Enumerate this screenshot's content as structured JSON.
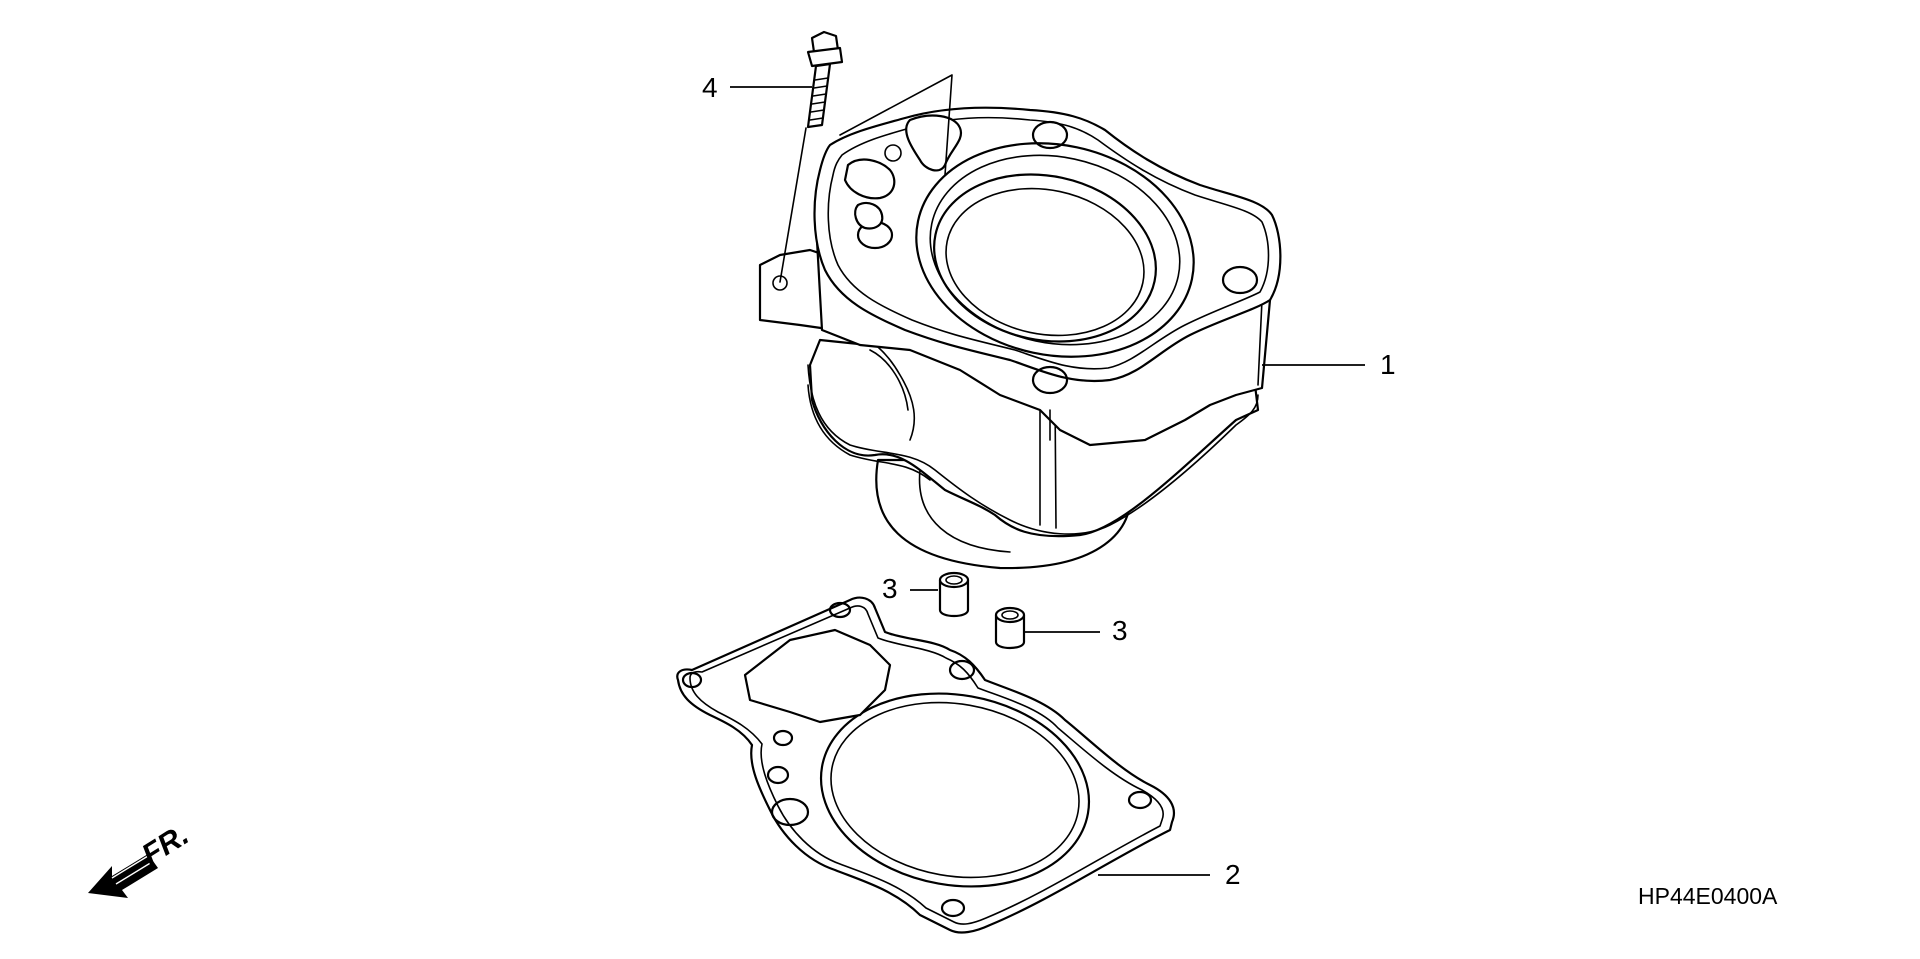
{
  "callouts": {
    "cylinder": "1",
    "gasket": "2",
    "dowel_left": "3",
    "dowel_right": "3",
    "bolt": "4"
  },
  "front_indicator": {
    "label": "FR.",
    "icon": "front-arrow-icon"
  },
  "diagram_code": "HP44E0400A"
}
